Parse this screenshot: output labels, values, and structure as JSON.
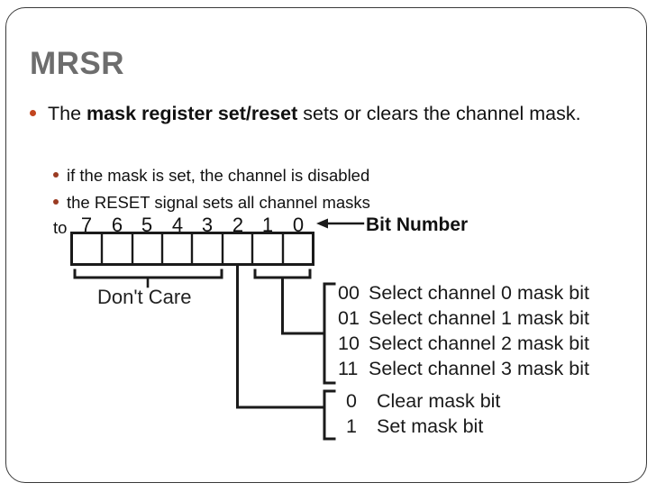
{
  "slide": {
    "title": "MRSR",
    "bullets": [
      {
        "level": 1,
        "pre": "The ",
        "bold": "mask register set/reset",
        "post": " sets or clears the channel mask."
      },
      {
        "level": 2,
        "text": "if the mask is set, the channel is disabled"
      },
      {
        "level": 2,
        "text": "the RESET signal sets all channel masks"
      },
      {
        "level": 2,
        "text": "to"
      }
    ]
  },
  "diagram": {
    "bit_numbers": [
      "7",
      "6",
      "5",
      "4",
      "3",
      "2",
      "1",
      "0"
    ],
    "bit_number_label": "Bit Number",
    "dont_care_label": "Don't Care",
    "channel_select_group": [
      {
        "code": "00",
        "desc": "Select channel 0 mask bit"
      },
      {
        "code": "01",
        "desc": "Select channel 1 mask bit"
      },
      {
        "code": "10",
        "desc": "Select channel 2 mask bit"
      },
      {
        "code": "11",
        "desc": "Select channel 3 mask bit"
      }
    ],
    "mask_action_group": [
      {
        "code": "0",
        "desc": "Clear mask bit"
      },
      {
        "code": "1",
        "desc": "Set mask bit"
      }
    ]
  },
  "colors": {
    "title": "#6d6d6d",
    "bullet_primary": "#C2451F",
    "bullet_secondary": "#9A3B22",
    "line": "#1a1a1a",
    "frame": "#3a3a3a"
  }
}
